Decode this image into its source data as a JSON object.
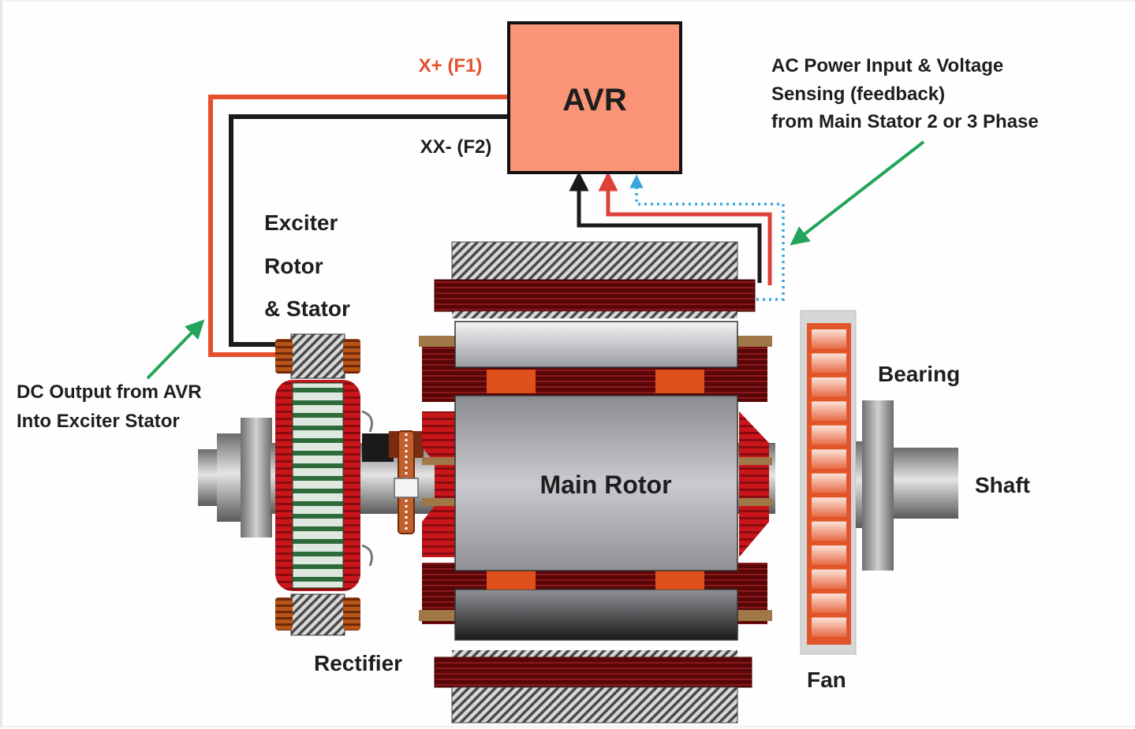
{
  "diagram": {
    "title": "Generator excitation system with AVR",
    "avr": {
      "label": "AVR",
      "fill": "#fa9577"
    },
    "wires": {
      "positive": {
        "label": "X+ (F1)",
        "color": "#e4512c"
      },
      "negative": {
        "label": "XX- (F2)",
        "color": "#1a1a1a"
      },
      "sensing_red": {
        "color": "#e0403a"
      },
      "sensing_dotted": {
        "color": "#3aa7e0"
      }
    },
    "labels": {
      "ac_input": [
        "AC Power Input & Voltage",
        "Sensing (feedback)",
        "from Main Stator 2 or 3 Phase"
      ],
      "dc_output": [
        "DC Output from AVR",
        "Into Exciter Stator"
      ],
      "exciter": [
        "Exciter",
        "Rotor",
        "& Stator"
      ],
      "main_rotor": "Main Rotor",
      "rectifier": "Rectifier",
      "bearing": "Bearing",
      "shaft": "Shaft",
      "fan": "Fan"
    },
    "colors": {
      "arrow": "#22a55a",
      "winding_dark": "#6b0a0a",
      "winding_red": "#c8161a",
      "exciter_core": "#2e6b3a",
      "pole_orange": "#e0501a",
      "fan": "#e2542a",
      "tan": "#a07848"
    }
  }
}
